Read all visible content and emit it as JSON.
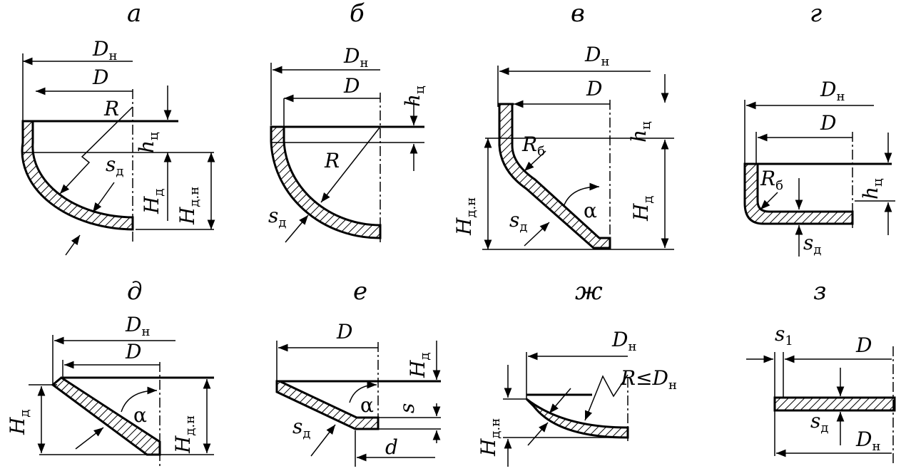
{
  "figure": {
    "panels": [
      {
        "id": "a",
        "title": "а",
        "labels": {
          "dn": "D",
          "dn_sub": "н",
          "d": "D",
          "r": "R",
          "hc": "h",
          "hc_sub": "ц",
          "sd": "s",
          "sd_sub": "д",
          "hd": "H",
          "hd_sub": "д",
          "hdn": "H",
          "hdn_sub": "д.н"
        }
      },
      {
        "id": "b",
        "title": "б",
        "labels": {
          "dn": "D",
          "dn_sub": "н",
          "d": "D",
          "hc": "h",
          "hc_sub": "ц",
          "r": "R",
          "sd": "s",
          "sd_sub": "д"
        }
      },
      {
        "id": "v",
        "title": "в",
        "labels": {
          "dn": "D",
          "dn_sub": "н",
          "d": "D",
          "rb": "R",
          "rb_sub": "б",
          "hc": "h",
          "hc_sub": "ц",
          "hdn": "H",
          "hdn_sub": "д.н",
          "hd": "H",
          "hd_sub": "д",
          "sd": "s",
          "sd_sub": "д",
          "alpha": "α"
        }
      },
      {
        "id": "g",
        "title": "г",
        "labels": {
          "dn": "D",
          "dn_sub": "н",
          "d": "D",
          "rb": "R",
          "rb_sub": "б",
          "hc": "h",
          "hc_sub": "ц",
          "sd": "s",
          "sd_sub": "д"
        }
      },
      {
        "id": "d",
        "title": "д",
        "labels": {
          "dn": "D",
          "dn_sub": "н",
          "d": "D",
          "hd": "H",
          "hd_sub": "д",
          "hdn": "H",
          "hdn_sub": "д.н",
          "alpha": "α"
        }
      },
      {
        "id": "e",
        "title": "е",
        "labels": {
          "d": "D",
          "hd": "H",
          "hd_sub": "д",
          "s": "s",
          "alpha": "α",
          "sd": "s",
          "sd_sub": "д",
          "dd": "d"
        }
      },
      {
        "id": "zh",
        "title": "ж",
        "labels": {
          "dn": "D",
          "dn_sub": "н",
          "r": "R≤D",
          "r_sub": "н",
          "hdn": "H",
          "hdn_sub": "д.н"
        }
      },
      {
        "id": "z",
        "title": "з",
        "labels": {
          "s1": "s",
          "s1_sub": "1",
          "d": "D",
          "sd": "s",
          "sd_sub": "д",
          "dn": "D",
          "dn_sub": "н"
        }
      }
    ]
  }
}
